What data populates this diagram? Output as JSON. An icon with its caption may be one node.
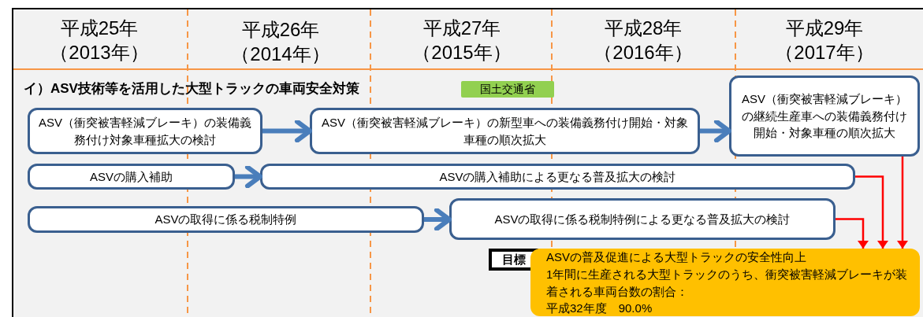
{
  "diagram": {
    "nodes": [
      {
        "text": [
          "国土交通省"
        ]
      },
      {
        "text": [
          "ASV（衝突被害軽減ブレーキ）の装備義務付け対象車種拡大の検討"
        ]
      },
      {
        "text": [
          "ASV（衝突被害軽減ブレーキ）の新型車への装備義務付け開始・対象車種の順次拡大"
        ]
      },
      {
        "text": [
          "ASV（衝突被害軽減ブレーキ）の継続生産車への装備義務付け開始・対象車種の順次拡大"
        ]
      },
      {
        "text": [
          "ASVの購入補助"
        ]
      },
      {
        "text": [
          "ASVの購入補助による更なる普及拡大の検討"
        ]
      },
      {
        "text": [
          "ASVの取得に係る税制特例"
        ]
      },
      {
        "text": [
          "ASVの取得に係る税制特例による更なる普及拡大の検討"
        ]
      },
      {
        "text": [
          "目標"
        ]
      },
      {
        "text": [
          "ASVの普及促進による大型トラックの安全性向上",
          "1年間に生産される大型トラックのうち、衝突被害軽減ブレーキが装着される車両台数の割合：",
          "平成32年度　90.0%"
        ]
      }
    ],
    "edges": [
      {
        "from": 1,
        "to": 2,
        "arrow": "to"
      },
      {
        "from": 2,
        "to": 3,
        "arrow": "to"
      },
      {
        "from": 4,
        "to": 5,
        "arrow": "to"
      },
      {
        "from": 6,
        "to": 7,
        "arrow": "to"
      },
      {
        "from": 7,
        "to": 9,
        "arrow": "to",
        "color": "#ff0000"
      },
      {
        "from": 5,
        "to": 9,
        "arrow": "to",
        "color": "#ff0000"
      },
      {
        "from": 3,
        "to": 9,
        "arrow": "to",
        "color": "#ff0000"
      }
    ],
    "labels": [
      "平成25年（2013年）",
      "平成26年（2014年）",
      "平成27年（2015年）",
      "平成28年（2016年）",
      "平成29年（2017年）",
      "イ）ASV技術等を活用した大型トラックの車両安全対策"
    ]
  }
}
